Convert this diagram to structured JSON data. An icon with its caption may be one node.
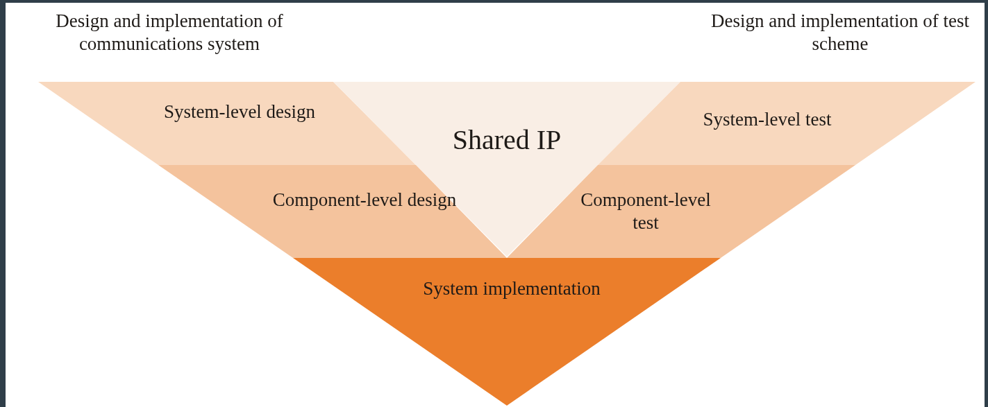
{
  "diagram": {
    "nodes": [
      {
        "text": [
          "Design and implementation of communications system"
        ]
      },
      {
        "text": [
          "Design and implementation of test scheme"
        ]
      },
      {
        "text": [
          "System-level design"
        ]
      },
      {
        "text": [
          "Shared IP"
        ]
      },
      {
        "text": [
          "System-level test"
        ]
      },
      {
        "text": [
          "Component-level design"
        ]
      },
      {
        "text": [
          "Component-level test"
        ]
      },
      {
        "text": [
          "System implementation"
        ]
      }
    ]
  }
}
